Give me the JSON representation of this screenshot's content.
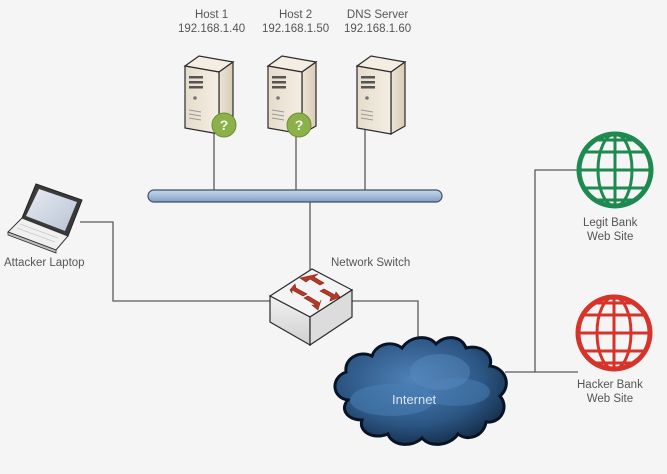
{
  "diagram": {
    "type": "network-topology",
    "nodes": {
      "host1": {
        "name": "Host 1",
        "ip": "192.168.1.40",
        "icon": "server-icon",
        "badge": "?"
      },
      "host2": {
        "name": "Host 2",
        "ip": "192.168.1.50",
        "icon": "server-icon",
        "badge": "?"
      },
      "dns": {
        "name": "DNS Server",
        "ip": "192.168.1.60",
        "icon": "server-icon"
      },
      "laptop": {
        "name": "Attacker Laptop",
        "icon": "laptop-icon"
      },
      "switch": {
        "name": "Network Switch",
        "icon": "switch-icon"
      },
      "internet": {
        "name": "Internet",
        "icon": "cloud-icon"
      },
      "legit": {
        "name_line1": "Legit Bank",
        "name_line2": "Web Site",
        "icon": "globe-icon",
        "color": "#1e8a50"
      },
      "hacker": {
        "name_line1": "Hacker Bank",
        "name_line2": "Web Site",
        "icon": "globe-icon",
        "color": "#d6332a"
      }
    },
    "edges": [
      [
        "host1",
        "lan-backbone"
      ],
      [
        "host2",
        "lan-backbone"
      ],
      [
        "dns",
        "lan-backbone"
      ],
      [
        "lan-backbone",
        "switch"
      ],
      [
        "laptop",
        "switch"
      ],
      [
        "switch",
        "internet"
      ],
      [
        "internet",
        "legit"
      ],
      [
        "internet",
        "hacker"
      ]
    ],
    "colors": {
      "background": "#f5f5f5",
      "line": "#5a5a5a",
      "backbone": "#a9c0dc",
      "badge": "#8cb04a",
      "cloud": "#2e5a85",
      "switch_arrows": "#b33a2a"
    }
  }
}
